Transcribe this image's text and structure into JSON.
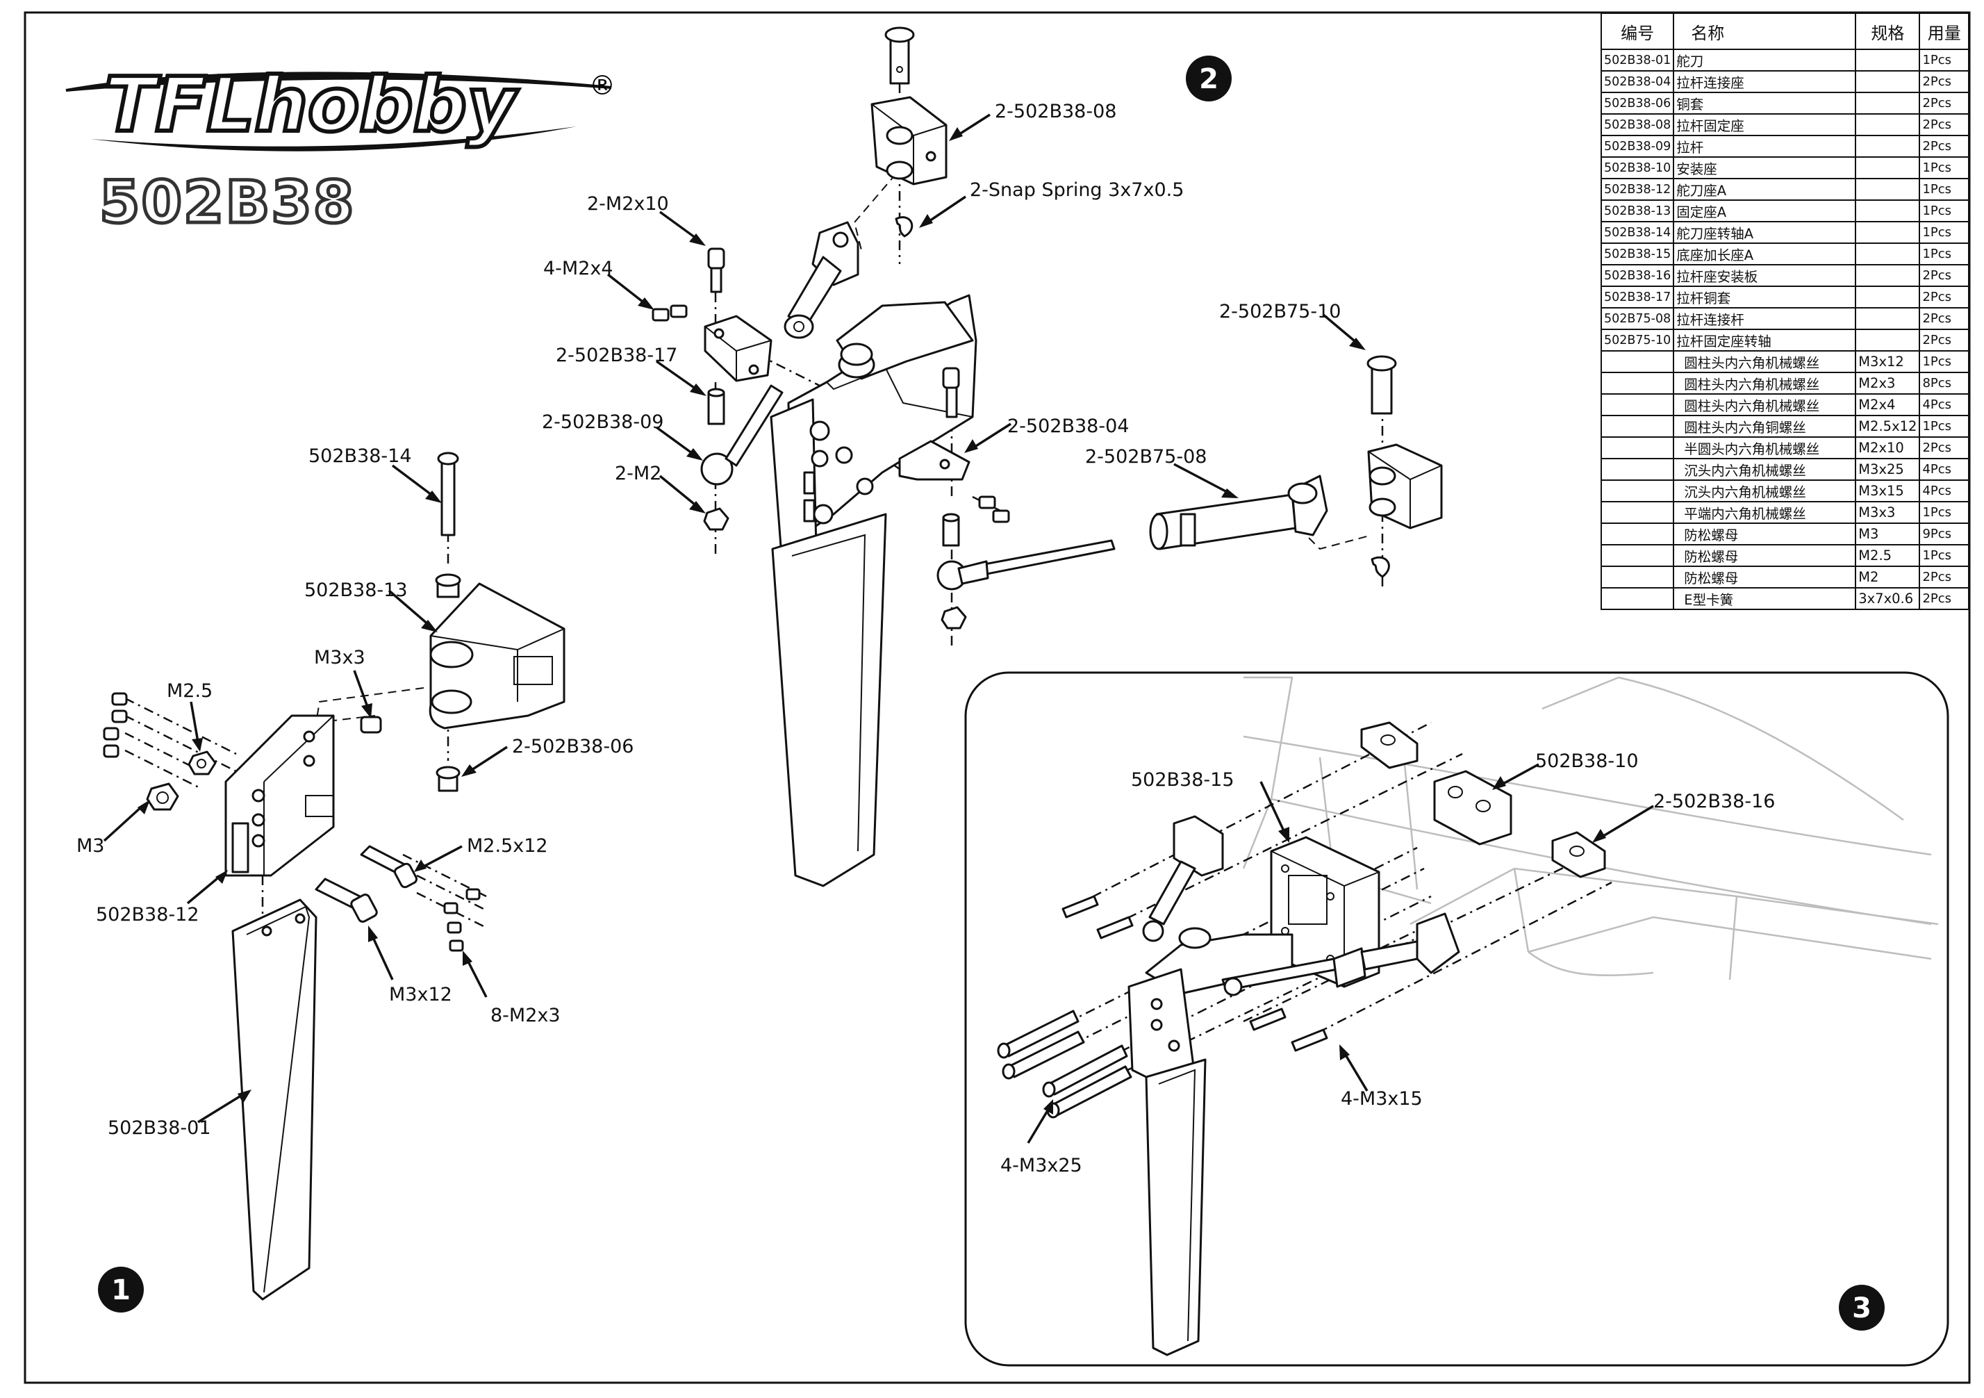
{
  "brand": {
    "logo_text": "TFLhobby",
    "registered_mark": "®",
    "model_number": "502B38"
  },
  "step_numbers": [
    "1",
    "2",
    "3"
  ],
  "callouts": {
    "step1": [
      "502B38-14",
      "502B38-13",
      "M3x3",
      "M2.5",
      "2-502B38-06",
      "M3",
      "M2.5x12",
      "502B38-12",
      "M3x12",
      "8-M2x3",
      "502B38-01"
    ],
    "step2": [
      "2-502B38-08",
      "2-Snap Spring 3x7x0.5",
      "2-M2x10",
      "4-M2x4",
      "2-502B38-17",
      "2-502B38-09",
      "2-M2",
      "2-502B38-04",
      "2-502B75-10",
      "2-502B75-08"
    ],
    "step3": [
      "502B38-15",
      "502B38-10",
      "2-502B38-16",
      "4-M3x15",
      "4-M3x25"
    ]
  },
  "bom": {
    "headers": [
      "编号",
      "名称",
      "规格",
      "用量"
    ],
    "rows": [
      [
        "502B38-01",
        "舵刀",
        "",
        "1Pcs"
      ],
      [
        "502B38-04",
        "拉杆连接座",
        "",
        "2Pcs"
      ],
      [
        "502B38-06",
        "铜套",
        "",
        "2Pcs"
      ],
      [
        "502B38-08",
        "拉杆固定座",
        "",
        "2Pcs"
      ],
      [
        "502B38-09",
        "拉杆",
        "",
        "2Pcs"
      ],
      [
        "502B38-10",
        "安装座",
        "",
        "1Pcs"
      ],
      [
        "502B38-12",
        "舵刀座A",
        "",
        "1Pcs"
      ],
      [
        "502B38-13",
        "固定座A",
        "",
        "1Pcs"
      ],
      [
        "502B38-14",
        "舵刀座转轴A",
        "",
        "1Pcs"
      ],
      [
        "502B38-15",
        "底座加长座A",
        "",
        "1Pcs"
      ],
      [
        "502B38-16",
        "拉杆座安装板",
        "",
        "2Pcs"
      ],
      [
        "502B38-17",
        "拉杆铜套",
        "",
        "2Pcs"
      ],
      [
        "502B75-08",
        "拉杆连接杆",
        "",
        "2Pcs"
      ],
      [
        "502B75-10",
        "拉杆固定座转轴",
        "",
        "2Pcs"
      ],
      [
        "",
        "圆柱头内六角机械螺丝",
        "M3x12",
        "1Pcs"
      ],
      [
        "",
        "圆柱头内六角机械螺丝",
        "M2x3",
        "8Pcs"
      ],
      [
        "",
        "圆柱头内六角机械螺丝",
        "M2x4",
        "4Pcs"
      ],
      [
        "",
        "圆柱头内六角铜螺丝",
        "M2.5x12",
        "1Pcs"
      ],
      [
        "",
        "半圆头内六角机械螺丝",
        "M2x10",
        "2Pcs"
      ],
      [
        "",
        "沉头内六角机械螺丝",
        "M3x25",
        "4Pcs"
      ],
      [
        "",
        "沉头内六角机械螺丝",
        "M3x15",
        "4Pcs"
      ],
      [
        "",
        "平端内六角机械螺丝",
        "M3x3",
        "1Pcs"
      ],
      [
        "",
        "防松螺母",
        "M3",
        "9Pcs"
      ],
      [
        "",
        "防松螺母",
        "M2.5",
        "1Pcs"
      ],
      [
        "",
        "防松螺母",
        "M2",
        "2Pcs"
      ],
      [
        "",
        "E型卡簧",
        "3x7x0.6",
        "2Pcs"
      ]
    ]
  }
}
